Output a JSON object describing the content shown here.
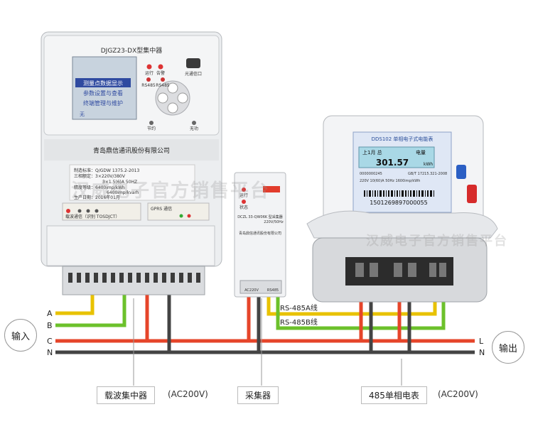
{
  "concentrator": {
    "model_title": "DJGZ23-DX型集中器",
    "menu": [
      "测量点数据显示",
      "参数设置与查看",
      "终端管理与维护"
    ],
    "screen_footer": "无",
    "led_labels": [
      "运行",
      "告警",
      "RS485",
      "RS485"
    ],
    "optical_port": "光通信口",
    "company": "青岛鼎信通讯股份有限公司",
    "spec_lines": [
      "制造标准：Q/GDW 1375.2-2013",
      "三相额定：3×220V/380V",
      "3×1.5(6)A 50HZ",
      "精度等级：6400imp/kWh",
      "6400imp/kvarh",
      "生产日期：2016年01月"
    ],
    "carrier_label": "载波通信（识别 TOSDJCT）",
    "gprs_label": "GPRS 通信",
    "left_btn": "节约",
    "right_btn": "无功"
  },
  "collector": {
    "run": "运行",
    "status": "状态",
    "model": "DCZL 33-QW06K 型采集器",
    "power": "220V/50Hz",
    "company": "青岛鼎信通讯股份有限公司",
    "terminals": "AC220V",
    "rs485": "RS485"
  },
  "meter": {
    "model": "DDS102 单相电子式电能表",
    "lcd_top": "上1月 总",
    "lcd_energy": "电量",
    "lcd_value": "301.57",
    "lcd_unit": "kWh",
    "rating": "220V 10(60)A 50Hz 1600imp/kWh",
    "std": "GB/T 17215.321-2008",
    "barcode_no": "1501269897000055",
    "serial": "0000000245"
  },
  "wires": {
    "A": "A",
    "B": "B",
    "C": "C",
    "N": "N",
    "L_out": "L",
    "N_out": "N",
    "rs485a": "RS-485A线",
    "rs485b": "RS-485B线"
  },
  "labels": {
    "input": "输入",
    "output": "输出",
    "concentrator": "载波集中器",
    "concentrator_ac": "(AC200V)",
    "collector": "采集器",
    "meter": "485单相电表",
    "meter_ac": "(AC200V)"
  },
  "watermark": "汉威电子官方销售平台"
}
